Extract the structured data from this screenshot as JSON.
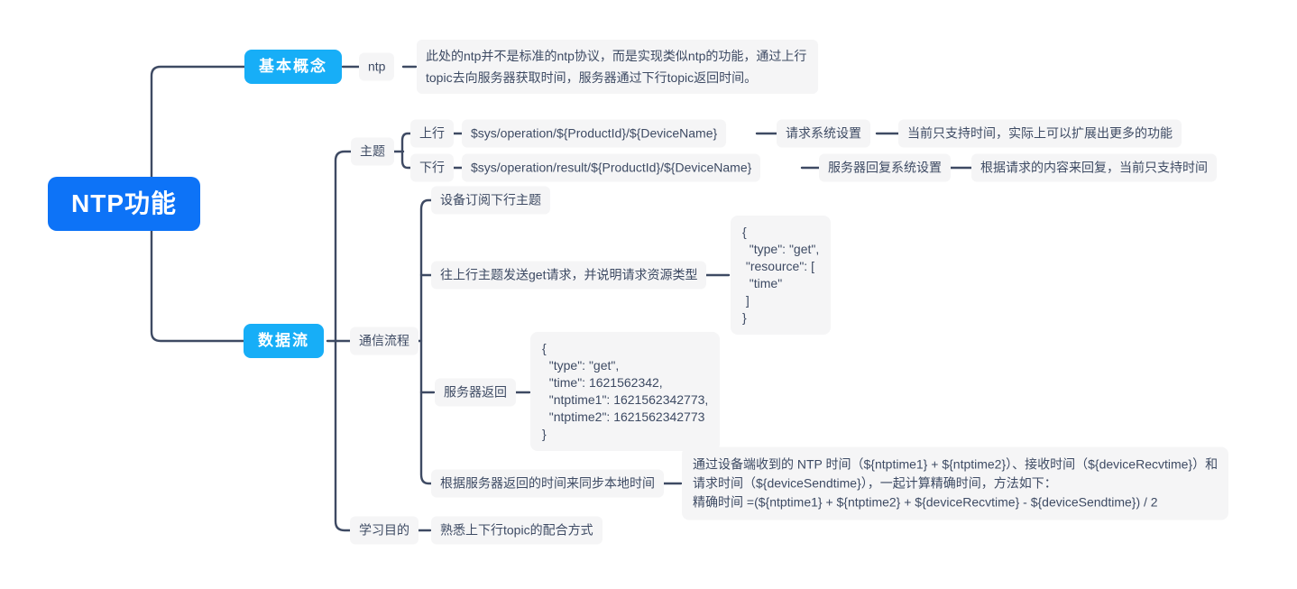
{
  "diagram": {
    "type": "mindmap",
    "accent_colors": {
      "root_blue": "#0d73f7",
      "branch_blue": "#17aef7",
      "node_gray": "#f5f5f6",
      "text": "#3d4a63",
      "line": "#3e4a63"
    }
  },
  "nodes": {
    "root": "NTP功能",
    "basic_concept": "基本概念",
    "ntp": "ntp",
    "ntp_desc": "此处的ntp并不是标准的ntp协议，而是实现类似ntp的功能，通过上行topic去向服务器获取时间，服务器通过下行topic返回时间。",
    "data_flow": "数据流",
    "topic": "主题",
    "uplink": "上行",
    "uplink_topic": "$sys/operation/${ProductId}/${DeviceName}",
    "uplink_purpose": "请求系统设置",
    "uplink_note": "当前只支持时间，实际上可以扩展出更多的功能",
    "downlink": "下行",
    "downlink_topic": "$sys/operation/result/${ProductId}/${DeviceName}",
    "downlink_purpose": "服务器回复系统设置",
    "downlink_note": "根据请求的内容来回复，当前只支持时间",
    "comm_flow": "通信流程",
    "step_subscribe": "设备订阅下行主题",
    "step_get_request": "往上行主题发送get请求，并说明请求资源类型",
    "step_get_json": "{\n  \"type\": \"get\",\n \"resource\": [\n  \"time\"\n ]\n}",
    "step_server_return": "服务器返回",
    "step_server_json": "{\n  \"type\": \"get\",\n  \"time\": 1621562342,\n  \"ntptime1\": 1621562342773,\n  \"ntptime2\": 1621562342773\n}",
    "step_sync_time": "根据服务器返回的时间来同步本地时间",
    "sync_time_note": "通过设备端收到的 NTP 时间（${ntptime1} + ${ntptime2}）、接收时间（${deviceRecvtime}）和\n请求时间（${deviceSendtime}），一起计算精确时间，方法如下：\n精确时间 =(${ntptime1} + ${ntptime2} + ${deviceRecvtime} - ${deviceSendtime}) / 2",
    "learning_goal": "学习目的",
    "learning_note": "熟悉上下行topic的配合方式"
  }
}
